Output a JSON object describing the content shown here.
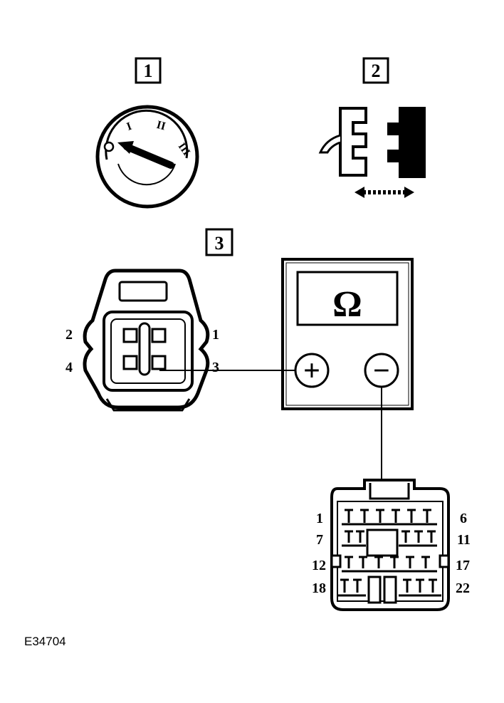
{
  "steps": {
    "step1": "1",
    "step2": "2",
    "step3": "3"
  },
  "ignition_switch": {
    "positions": [
      "O",
      "I",
      "II",
      "III"
    ]
  },
  "sensor_connector": {
    "pins": {
      "top_left": "2",
      "top_right": "1",
      "bottom_left": "4",
      "bottom_right": "3"
    }
  },
  "multimeter": {
    "display_symbol": "Ω",
    "positive_probe": "+",
    "negative_probe": "−"
  },
  "harness_connector": {
    "row1_left": "1",
    "row1_right": "6",
    "row2_left": "7",
    "row2_right": "11",
    "row3_left": "12",
    "row3_right": "17",
    "row4_left": "18",
    "row4_right": "22"
  },
  "figure_id": "E34704",
  "icons": {
    "ignition": "ignition-switch-icon",
    "disconnect": "disconnect-connector-icon",
    "meter": "ohmmeter-icon"
  }
}
